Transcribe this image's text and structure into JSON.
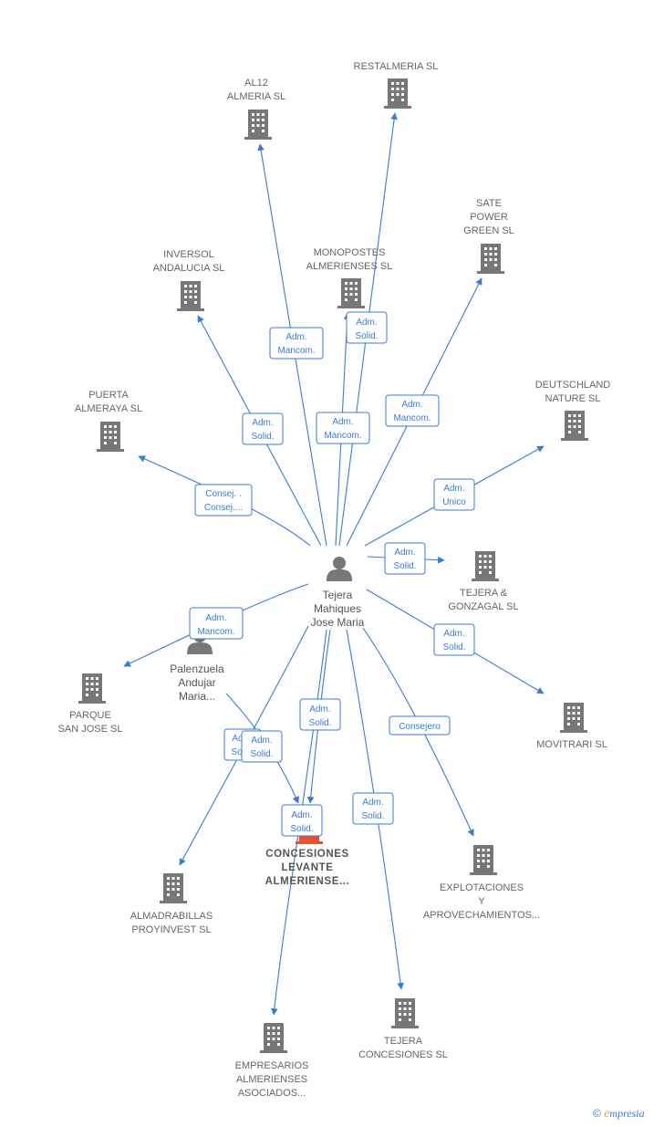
{
  "center_person": {
    "lines": [
      "Tejera",
      "Mahiques",
      "Jose Maria"
    ]
  },
  "second_person": {
    "lines": [
      "Palenzuela",
      "Andujar",
      "Maria..."
    ]
  },
  "companies": [
    {
      "id": "al12",
      "lines": [
        "AL12",
        "ALMERIA SL"
      ]
    },
    {
      "id": "restalmeria",
      "lines": [
        "RESTALMERIA SL"
      ]
    },
    {
      "id": "sate",
      "lines": [
        "SATE",
        "POWER",
        "GREEN  SL"
      ]
    },
    {
      "id": "inversol",
      "lines": [
        "INVERSOL",
        "ANDALUCIA SL"
      ]
    },
    {
      "id": "monopostes",
      "lines": [
        "MONOPOSTES",
        "ALMERIENSES SL"
      ]
    },
    {
      "id": "deutschland",
      "lines": [
        "DEUTSCHLAND",
        "NATURE SL"
      ]
    },
    {
      "id": "puerta",
      "lines": [
        "PUERTA",
        "ALMERAYA SL"
      ]
    },
    {
      "id": "tejera_gonzagal",
      "lines": [
        "TEJERA &",
        "GONZAGAL  SL"
      ]
    },
    {
      "id": "parque",
      "lines": [
        "PARQUE",
        "SAN JOSE SL"
      ]
    },
    {
      "id": "movitrari",
      "lines": [
        "MOVITRARI  SL"
      ]
    },
    {
      "id": "concesiones",
      "lines": [
        "CONCESIONES",
        "LEVANTE",
        "ALMERIENSE..."
      ]
    },
    {
      "id": "explotaciones",
      "lines": [
        "EXPLOTACIONES",
        "Y",
        "APROVECHAMIENTOS..."
      ]
    },
    {
      "id": "almadrabillas",
      "lines": [
        "ALMADRABILLAS",
        "PROYINVEST SL"
      ]
    },
    {
      "id": "tejera_concesiones",
      "lines": [
        "TEJERA",
        "CONCESIONES SL"
      ]
    },
    {
      "id": "empresarios",
      "lines": [
        "EMPRESARIOS",
        "ALMERIENSES",
        "ASOCIADOS..."
      ]
    }
  ],
  "roles": [
    {
      "id": "r_al12",
      "lines": [
        "Adm.",
        "Mancom."
      ]
    },
    {
      "id": "r_monopostes",
      "lines": [
        "Adm.",
        "Solid."
      ]
    },
    {
      "id": "r_inversol",
      "lines": [
        "Adm.",
        "Solid."
      ]
    },
    {
      "id": "r_restalmeria",
      "lines": [
        "Adm.",
        "Mancom."
      ]
    },
    {
      "id": "r_sate",
      "lines": [
        "Adm.",
        "Mancom."
      ]
    },
    {
      "id": "r_puerta",
      "lines": [
        "Consej. .",
        "Consej...."
      ]
    },
    {
      "id": "r_deutschland",
      "lines": [
        "Adm.",
        "Unico"
      ]
    },
    {
      "id": "r_tejera_gonzagal",
      "lines": [
        "Adm.",
        "Solid."
      ]
    },
    {
      "id": "r_parque",
      "lines": [
        "Adm.",
        "Mancom."
      ]
    },
    {
      "id": "r_movitrari",
      "lines": [
        "Adm.",
        "Solid."
      ]
    },
    {
      "id": "r_concesiones_a",
      "lines": [
        "Adm.",
        "Solid."
      ]
    },
    {
      "id": "r_explotaciones",
      "lines": [
        "Consejero"
      ]
    },
    {
      "id": "r_almadrabillas",
      "lines": [
        "Adm.",
        "Soli..."
      ]
    },
    {
      "id": "r_concesiones_b",
      "lines": [
        "Adm.",
        "Solid."
      ]
    },
    {
      "id": "r_concesiones_c",
      "lines": [
        "Adm.",
        "Solid."
      ]
    },
    {
      "id": "r_tejera_concesiones",
      "lines": [
        "Adm.",
        "Solid."
      ]
    }
  ],
  "footer": {
    "symbol": "©",
    "brand_initial": "e",
    "brand_rest": "mpresia"
  },
  "colors": {
    "edge": "#3a7bd5",
    "node": "#777777",
    "focus": "#e8502e"
  }
}
